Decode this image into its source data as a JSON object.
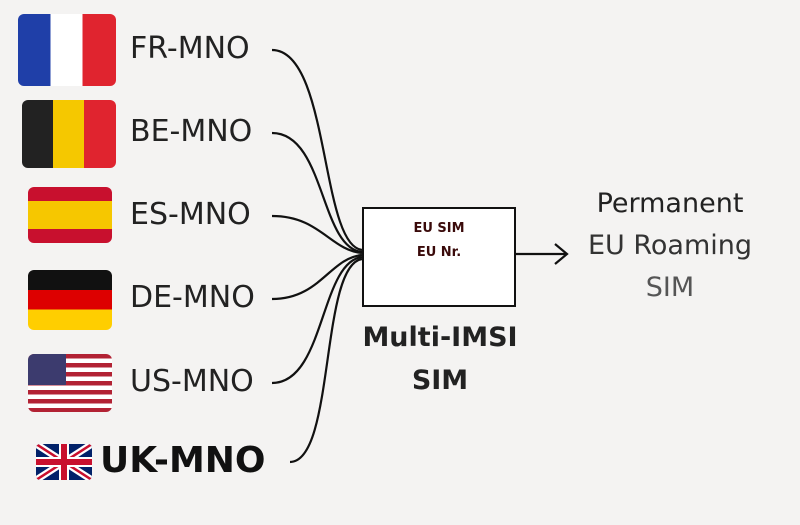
{
  "sources": [
    {
      "label": "FR-MNO",
      "flag": "france-flag"
    },
    {
      "label": "BE-MNO",
      "flag": "belgium-flag"
    },
    {
      "label": "ES-MNO",
      "flag": "spain-flag"
    },
    {
      "label": "DE-MNO",
      "flag": "germany-flag"
    },
    {
      "label": "US-MNO",
      "flag": "usa-flag"
    },
    {
      "label": "UK-MNO",
      "flag": "uk-flag"
    }
  ],
  "sim_box": {
    "line1": "EU SIM",
    "line2": "EU Nr."
  },
  "sim_caption": {
    "line1": "Multi-IMSI",
    "line2": "SIM"
  },
  "result": {
    "line1": "Permanent",
    "line2": "EU Roaming",
    "line3": "SIM"
  }
}
